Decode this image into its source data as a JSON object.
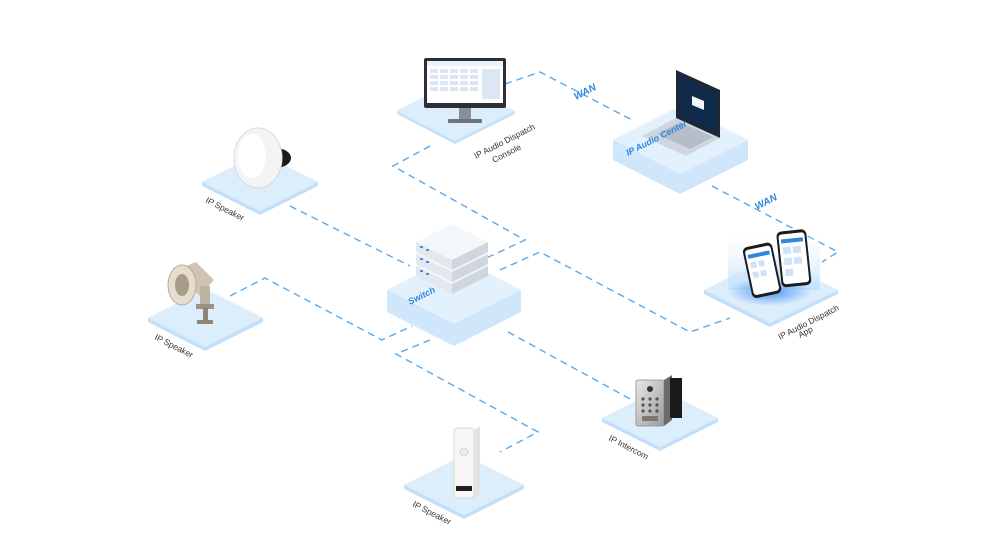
{
  "colors": {
    "platform_top": "#dcedfc",
    "platform_side": "#c4e0f9",
    "link": "#5aa9ea",
    "accent": "#2f86df",
    "label": "#333333"
  },
  "nodes": {
    "console": {
      "label_line1": "IP Audio Dispatch",
      "label_line2": "Console",
      "icon": "monitor-icon"
    },
    "center": {
      "label": "IP Audio Center",
      "icon": "laptop-icon"
    },
    "ceiling_speaker": {
      "label": "IP Speaker",
      "icon": "ceiling-speaker-icon"
    },
    "horn_speaker": {
      "label": "IP Speaker",
      "icon": "horn-speaker-icon"
    },
    "switch": {
      "label": "Switch",
      "icon": "network-switch-icon"
    },
    "app": {
      "label_line1": "IP Audio Dispatch",
      "label_line2": "App",
      "icon": "smartphone-icon"
    },
    "intercom": {
      "label": "IP Intercom",
      "icon": "intercom-panel-icon"
    },
    "column_speaker": {
      "label": "IP Speaker",
      "icon": "column-speaker-icon"
    }
  },
  "links": {
    "wan_top": "WAN",
    "wan_right": "WAN"
  }
}
